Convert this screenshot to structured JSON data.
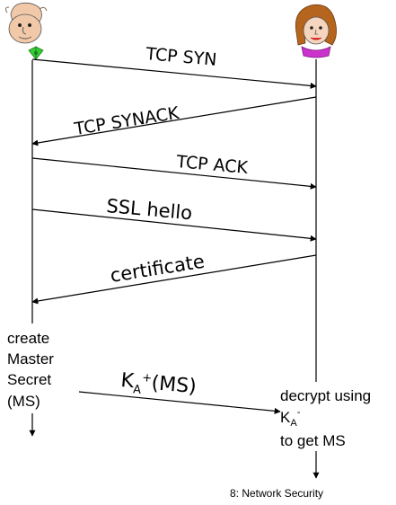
{
  "actors": {
    "left": {
      "icon": "man-cartoon-icon"
    },
    "right": {
      "icon": "woman-cartoon-icon"
    }
  },
  "messages": [
    {
      "label": "TCP SYN"
    },
    {
      "label": "TCP SYNACK"
    },
    {
      "label": "TCP ACK"
    },
    {
      "label": "SSL hello"
    },
    {
      "label": "certificate"
    }
  ],
  "master_secret_message": {
    "base": "K",
    "subscript": "A",
    "superscript": "+",
    "argument": "(MS)"
  },
  "left_note": [
    "create",
    "Master",
    "Secret",
    "(MS)"
  ],
  "right_note": {
    "line1": "decrypt using",
    "key_base": "K",
    "key_subscript": "A",
    "key_superscript": "-",
    "line3": "to get MS"
  },
  "footer": "8: Network Security",
  "colors": {
    "line": "#000000",
    "background": "#ffffff"
  }
}
